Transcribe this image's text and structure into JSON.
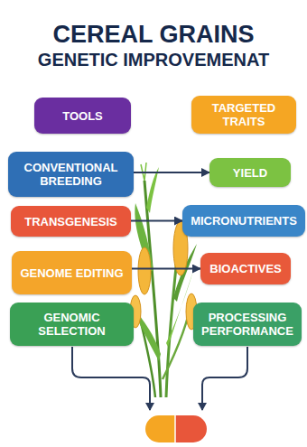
{
  "diagram": {
    "title": "CEREAL GRAINS",
    "nodes": [
      {
        "text": [
          "TOOLS"
        ]
      },
      {
        "text": [
          "TARGETED TRAITS"
        ]
      },
      {
        "text": [
          "CONVENTIONAL BREEDING"
        ]
      },
      {
        "text": [
          "YIELD"
        ]
      },
      {
        "text": [
          "TRANSGENESIS"
        ]
      },
      {
        "text": [
          "MICRONUTRIENTS"
        ]
      },
      {
        "text": [
          "GENOME EDITING"
        ]
      },
      {
        "text": [
          "BIOACTIVES"
        ]
      },
      {
        "text": [
          "GENOMIC SELECTION"
        ]
      },
      {
        "text": [
          "PROCESSING PERFORMANCE"
        ]
      }
    ],
    "edges": [
      {
        "from": 2,
        "to": 3,
        "arrow": "to"
      },
      {
        "from": 4,
        "to": 5,
        "arrow": "to"
      },
      {
        "from": 6,
        "to": 7,
        "arrow": "to"
      }
    ],
    "labels": [
      "GENETIC IMPROVEMENAT"
    ]
  }
}
